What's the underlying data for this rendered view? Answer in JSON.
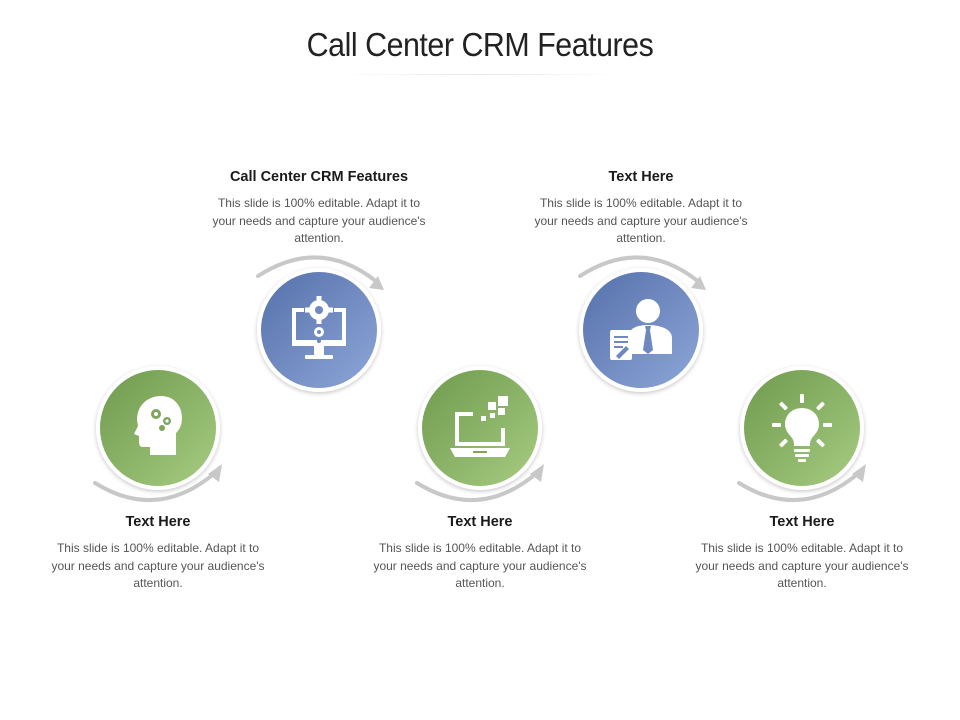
{
  "title": "Call Center CRM Features",
  "colors": {
    "green_dark": "#6f9a4e",
    "green_light": "#a6cc80",
    "blue_dark": "#5571ab",
    "blue_light": "#8ea6d8",
    "arc": "#c8c8c8"
  },
  "items": [
    {
      "heading": "Text Here",
      "body": "This slide is 100% editable. Adapt it to your needs and capture your audience's attention.",
      "icon": "brain-gears-icon",
      "theme": "green"
    },
    {
      "heading": "Call Center CRM Features",
      "body": "This slide is 100% editable. Adapt it to your needs and capture your audience's attention.",
      "icon": "monitor-gears-icon",
      "theme": "blue"
    },
    {
      "heading": "Text Here",
      "body": "This slide is 100% editable. Adapt it to your needs and capture your audience's attention.",
      "icon": "laptop-icon",
      "theme": "green"
    },
    {
      "heading": "Text Here",
      "body": "This slide is 100% editable. Adapt it to your needs and capture your audience's attention.",
      "icon": "businessman-document-icon",
      "theme": "blue"
    },
    {
      "heading": "Text Here",
      "body": "This slide is 100% editable. Adapt it to your needs and capture your audience's attention.",
      "icon": "lightbulb-icon",
      "theme": "green"
    }
  ]
}
